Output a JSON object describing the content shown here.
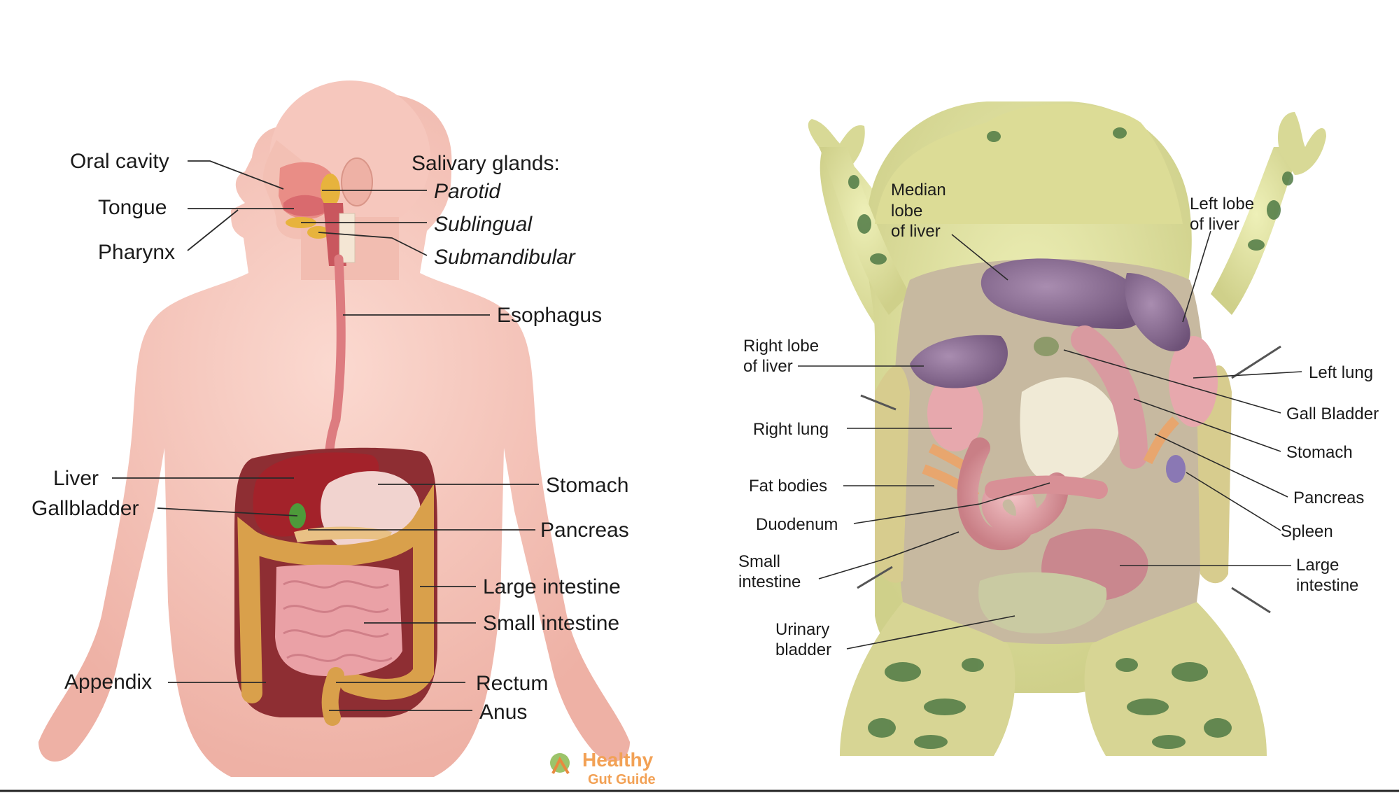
{
  "human": {
    "labels": {
      "oral_cavity": "Oral cavity",
      "tongue": "Tongue",
      "pharynx": "Pharynx",
      "salivary_glands": "Salivary glands:",
      "parotid": "Parotid",
      "sublingual": "Sublingual",
      "submandibular": "Submandibular",
      "esophagus": "Esophagus",
      "liver": "Liver",
      "gallbladder": "Gallbladder",
      "stomach": "Stomach",
      "pancreas": "Pancreas",
      "large_intestine": "Large intestine",
      "small_intestine": "Small intestine",
      "appendix": "Appendix",
      "rectum": "Rectum",
      "anus": "Anus"
    },
    "logo": {
      "line1": "Healthy",
      "line2": "Gut Guide"
    }
  },
  "frog": {
    "labels": {
      "median_lobe_1": "Median",
      "median_lobe_2": "lobe",
      "median_lobe_3": "of liver",
      "left_lobe_1": "Left lobe",
      "left_lobe_2": "of liver",
      "right_lobe_1": "Right lobe",
      "right_lobe_2": "of liver",
      "right_lung": "Right lung",
      "fat_bodies": "Fat bodies",
      "duodenum": "Duodenum",
      "small_int_1": "Small",
      "small_int_2": "intestine",
      "urinary_1": "Urinary",
      "urinary_2": "bladder",
      "left_lung": "Left lung",
      "gall_bladder": "Gall Bladder",
      "stomach": "Stomach",
      "pancreas": "Pancreas",
      "spleen": "Spleen",
      "large_int_1": "Large",
      "large_int_2": "intestine"
    }
  },
  "colors": {
    "skin": "#f6c7bd",
    "skin_shade": "#eaa89c",
    "liver": "#a3222a",
    "cavity": "#8e2e33",
    "colon": "#d9a04b",
    "small_intestine": "#eaa1a6",
    "frog_skin": "#e2e2a2",
    "frog_spot": "#4f7a45",
    "frog_liver": "#8a6a92",
    "frog_gut": "#d99aa0",
    "logo_orange": "#f2a155"
  }
}
